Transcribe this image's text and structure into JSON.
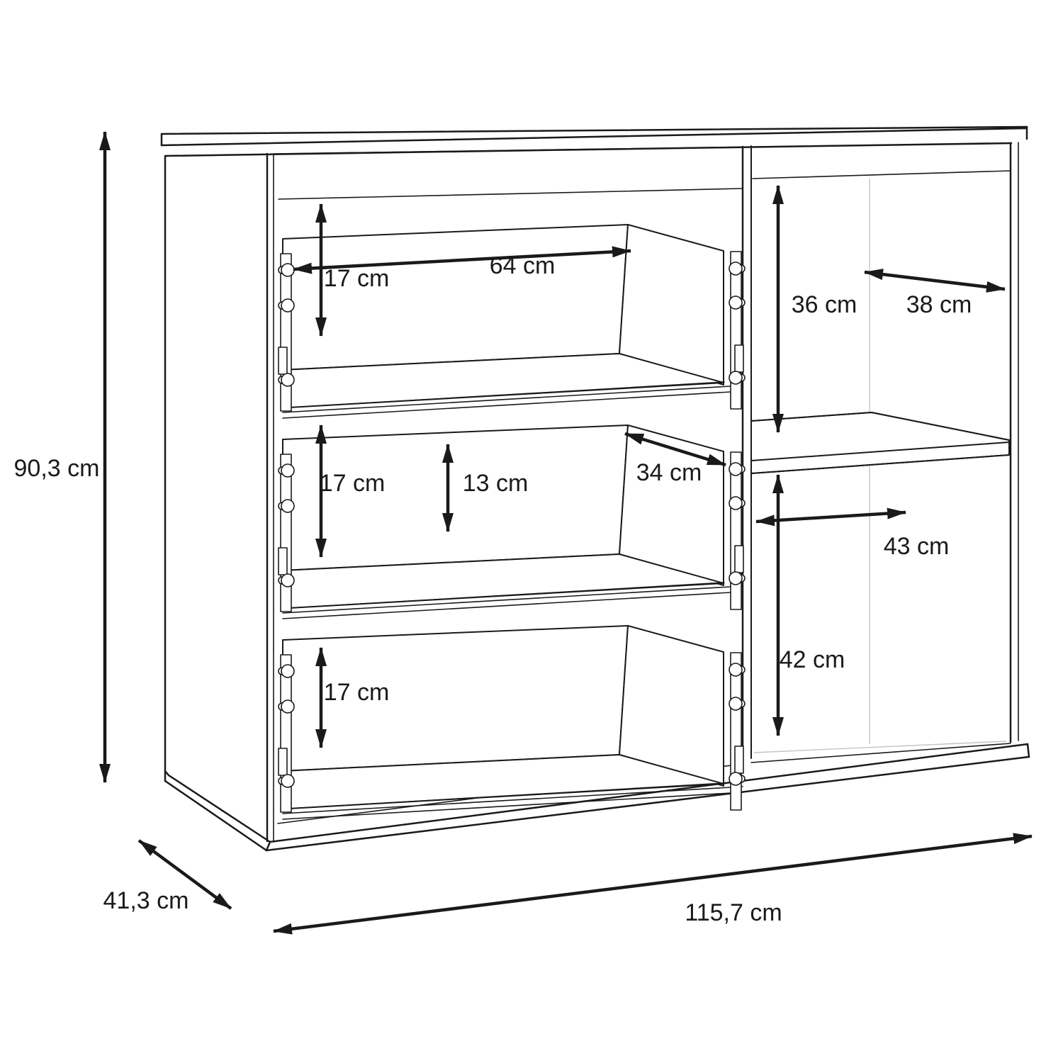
{
  "diagram": {
    "kind": "furniture-dimension-drawing",
    "subject": "sideboard with three drawers (left) and two open shelf compartments (right)",
    "units": "cm",
    "line_color": "#1a1a1a",
    "background": "#ffffff"
  },
  "dims": {
    "overall_height": "90,3 cm",
    "overall_depth": "41,3 cm",
    "overall_width": "115,7 cm",
    "drawer1_height": "17 cm",
    "drawer1_width": "64 cm",
    "drawer2_height": "17 cm",
    "drawer2_clear_height": "13 cm",
    "drawer2_depth": "34 cm",
    "drawer3_height": "17 cm",
    "upper_shelf_height": "36 cm",
    "upper_shelf_width": "38 cm",
    "lower_shelf_depth": "43 cm",
    "lower_shelf_height": "42 cm"
  }
}
